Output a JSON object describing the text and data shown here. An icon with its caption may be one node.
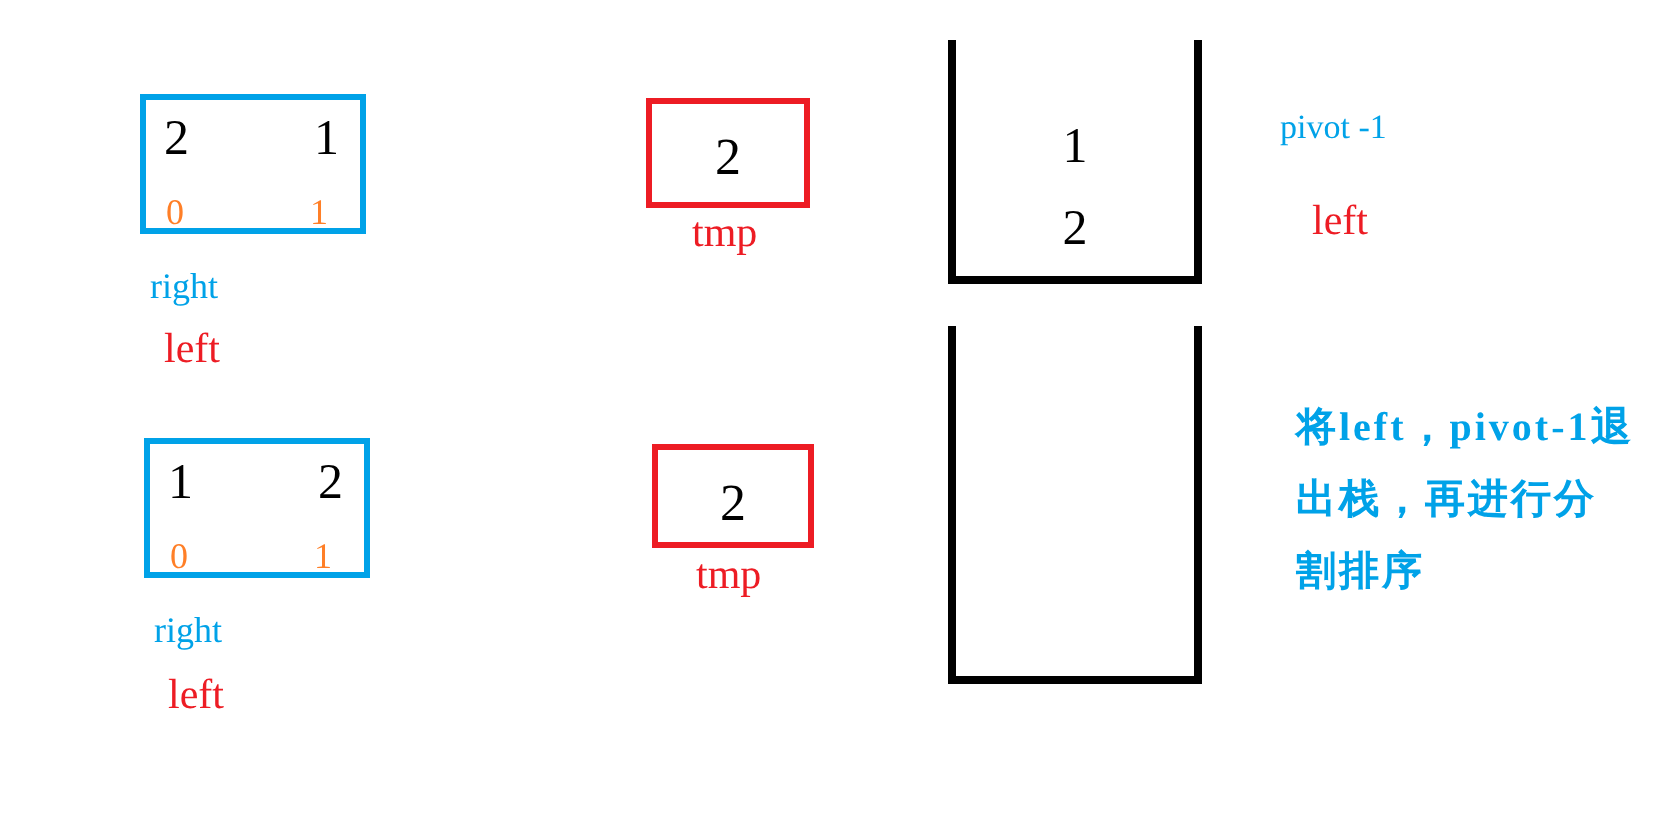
{
  "diagram": {
    "nodes": [
      {
        "text": [
          "2",
          "1",
          "0",
          "1"
        ]
      },
      {
        "text": [
          "2"
        ],
        "beside": [
          "tmp"
        ]
      },
      {
        "text": [
          "1",
          "2"
        ]
      },
      {
        "text": [
          "1",
          "2",
          "0",
          "1"
        ]
      },
      {
        "text": [
          "2"
        ],
        "beside": [
          "tmp"
        ]
      },
      {
        "text": [],
        "shape": "container"
      }
    ],
    "labels": [
      "right",
      "left",
      "pivot -1",
      "left",
      "将left，pivot-1退出栈，再进行分割排序",
      "right",
      "left"
    ]
  }
}
